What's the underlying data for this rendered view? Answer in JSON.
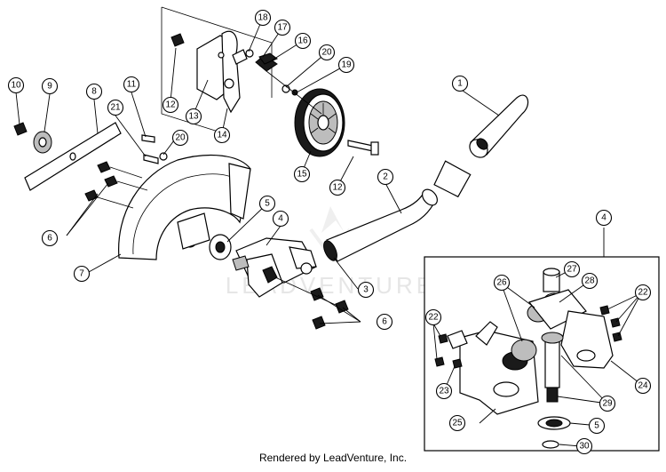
{
  "watermark": {
    "text": "LEADVENTURE"
  },
  "footer": {
    "text": "Rendered by LeadVenture, Inc."
  },
  "callouts": {
    "c1": "1",
    "c2": "2",
    "c3": "3",
    "c4": "4",
    "c5": "5",
    "c6a": "6",
    "c6b": "6",
    "c7": "7",
    "c8": "8",
    "c9": "9",
    "c10": "10",
    "c11": "11",
    "c12a": "12",
    "c12b": "12",
    "c13": "13",
    "c14": "14",
    "c15": "15",
    "c16": "16",
    "c17": "17",
    "c18": "18",
    "c19": "19",
    "c20a": "20",
    "c20b": "20",
    "c21": "21",
    "d4": "4",
    "d5": "5",
    "d22a": "22",
    "d22b": "22",
    "d23": "23",
    "d24": "24",
    "d25": "25",
    "d26": "26",
    "d27": "27",
    "d28": "28",
    "d29": "29",
    "d30": "30"
  }
}
